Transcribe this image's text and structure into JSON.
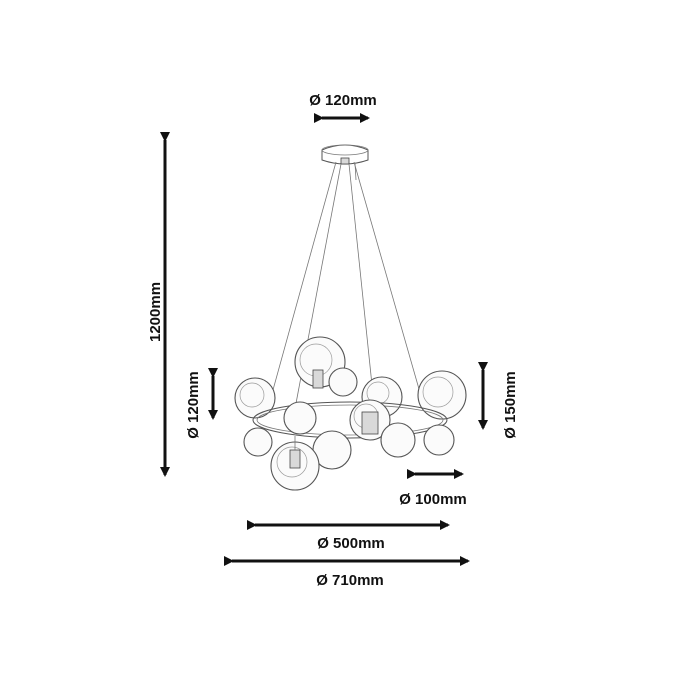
{
  "dimensions": {
    "canopy_diameter": "Ø 120mm",
    "total_height": "1200mm",
    "small_globe": "Ø 120mm",
    "large_globe": "Ø 150mm",
    "globe_spacing": "Ø 100mm",
    "ring_diameter": "Ø 500mm",
    "overall_diameter": "Ø 710mm"
  },
  "colors": {
    "line": "#555555",
    "arrow": "#111111"
  }
}
